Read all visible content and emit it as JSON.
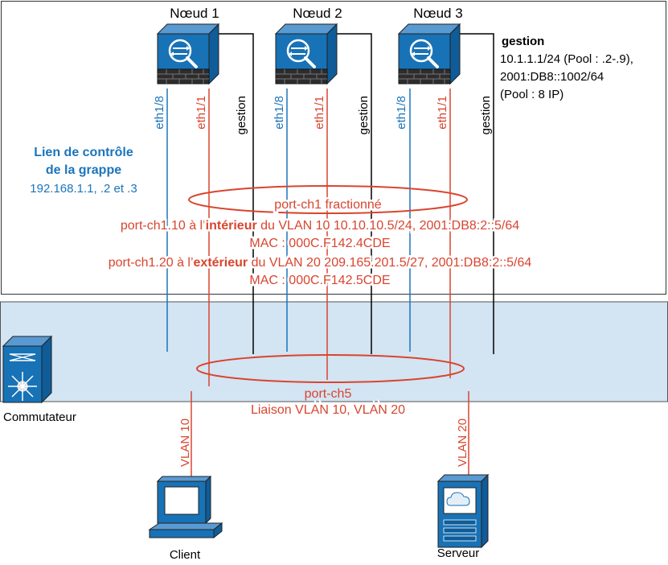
{
  "nodes": [
    {
      "label": "Nœud 1"
    },
    {
      "label": "Nœud 2"
    },
    {
      "label": "Nœud 3"
    }
  ],
  "interfaces": {
    "eth18": "eth1/8",
    "eth11": "eth1/1",
    "mgmt": "gestion"
  },
  "management": {
    "title": "gestion",
    "line1": "10.1.1.1/24 (Pool : .2-.9),",
    "line2": "2001:DB8::1002/64",
    "line3": "(Pool : 8 IP)"
  },
  "ccl": {
    "title1": "Lien de contrôle",
    "title2": "de la grappe",
    "ips": "192.168.1.1, .2 et .3"
  },
  "portch1": {
    "label": "port-ch1 fractionné",
    "inside_prefix": "port-ch1.10 à l’",
    "inside_bold": "intérieur",
    "inside_suffix": " du VLAN 10 10.10.10.5/24, 2001:DB8:2::5/64",
    "inside_mac": "MAC : 000C.F142.4CDE",
    "outside_prefix": "port-ch1.20 à l’",
    "outside_bold": "extérieur",
    "outside_suffix": " du VLAN 20 209.165.201.5/27, 2001:DB8:2::5/64",
    "outside_mac": "MAC : 000C.F142.5CDE"
  },
  "switch": {
    "label": "Commutateur"
  },
  "portch5": {
    "label": "port-ch5",
    "trunk": "Liaison VLAN 10, VLAN 20"
  },
  "vlans": {
    "client": "VLAN 10",
    "server": "VLAN 20"
  },
  "endpoints": {
    "client": "Client",
    "server": "Serveur"
  },
  "colors": {
    "blue": "#1b75bb",
    "red": "#d9452f",
    "black": "#000000",
    "switch_band": "#d3e4f3",
    "device_blue": "#1872b6"
  }
}
